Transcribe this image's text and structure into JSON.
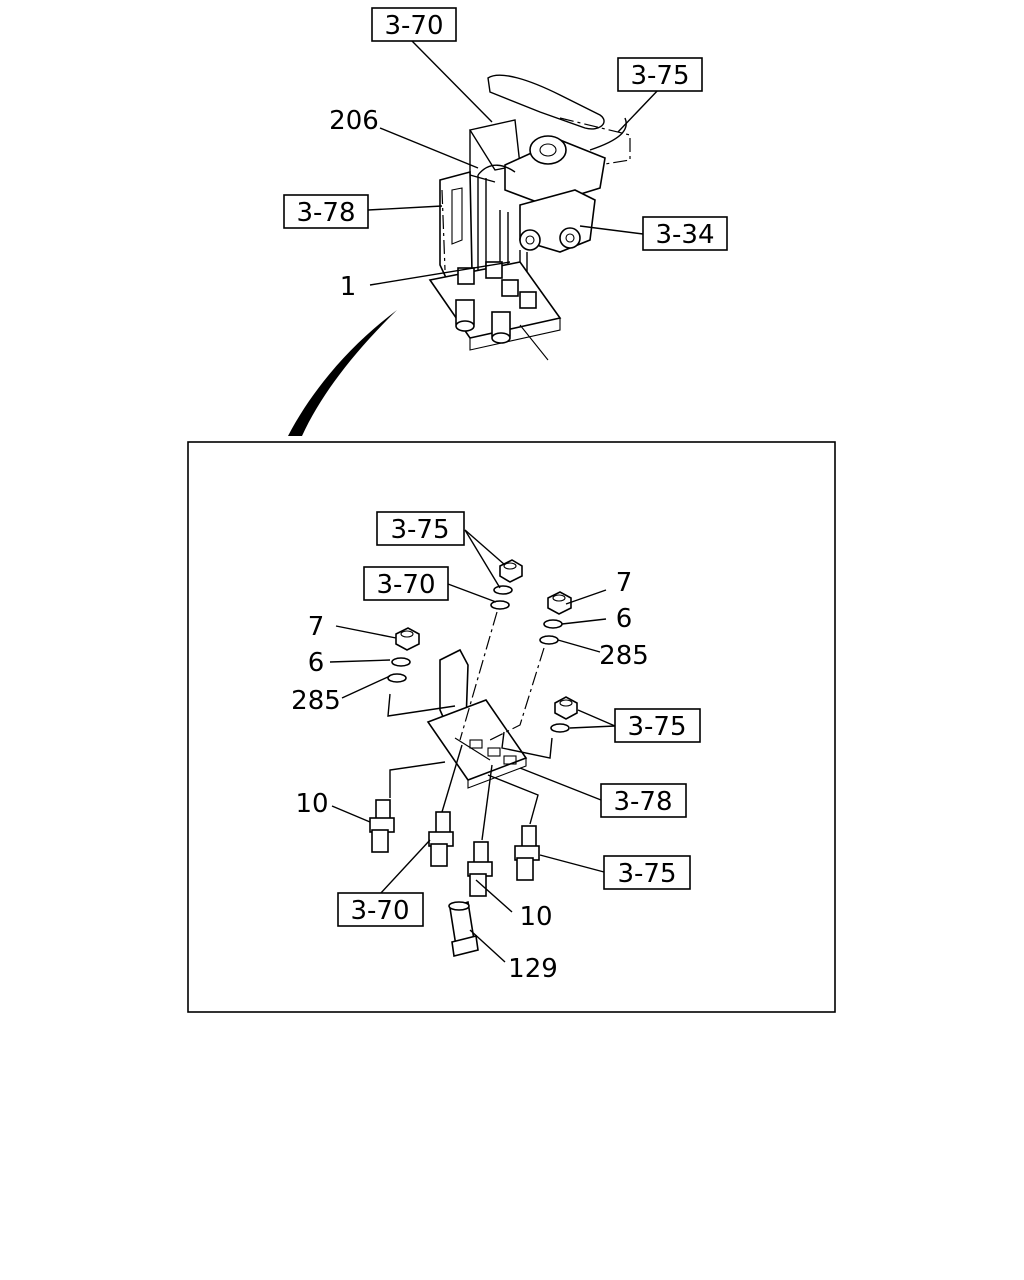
{
  "top_assembly": {
    "ref_3_70": "3-70",
    "ref_3_75": "3-75",
    "ref_3_78": "3-78",
    "ref_3_34": "3-34",
    "part_206": "206",
    "part_1": "1"
  },
  "detail_view": {
    "ref_3_75_top": "3-75",
    "ref_3_70_top": "3-70",
    "part_7_right": "7",
    "part_6_right": "6",
    "part_285_right": "285",
    "part_7_left": "7",
    "part_6_left": "6",
    "part_285_left": "285",
    "ref_3_75_mid": "3-75",
    "ref_3_78": "3-78",
    "part_10_left": "10",
    "ref_3_75_bottom": "3-75",
    "ref_3_70_bottom": "3-70",
    "part_10_bottom": "10",
    "part_129": "129"
  }
}
